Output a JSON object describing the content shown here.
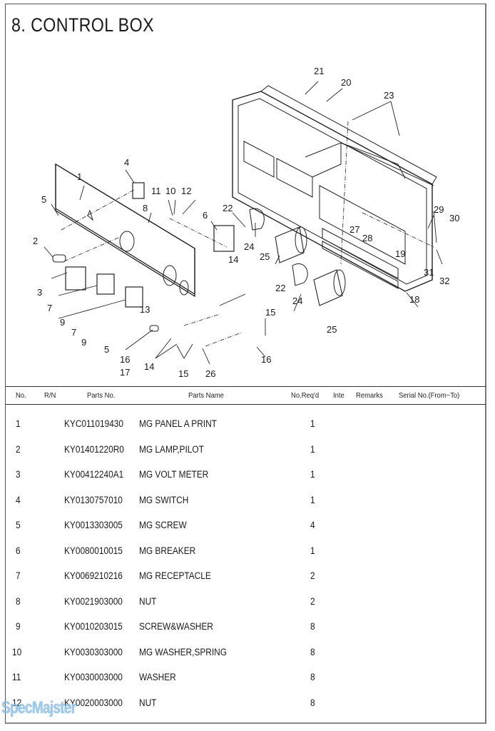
{
  "title": "8. CONTROL BOX",
  "diagram": {
    "callouts": [
      "1",
      "2",
      "3",
      "4",
      "5",
      "5",
      "6",
      "7",
      "7",
      "8",
      "9",
      "9",
      "10",
      "11",
      "12",
      "13",
      "14",
      "14",
      "15",
      "15",
      "16",
      "16",
      "17",
      "18",
      "19",
      "20",
      "21",
      "22",
      "22",
      "23",
      "24",
      "24",
      "25",
      "25",
      "26",
      "27",
      "28",
      "29",
      "30",
      "31",
      "32"
    ]
  },
  "table": {
    "headers": {
      "no": "No.",
      "rn": "R/N",
      "parts_no": "Parts No.",
      "parts_name": "Parts Name",
      "qty": "No.Req'd",
      "inte": "Inte",
      "remarks": "Remarks",
      "serial": "Serial No.(From~To)"
    },
    "rows": [
      {
        "no": "1",
        "parts_no": "KYC011019430",
        "name": "MG PANEL A PRINT",
        "qty": "1"
      },
      {
        "no": "2",
        "parts_no": "KY01401220R0",
        "name": "MG LAMP,PILOT",
        "qty": "1"
      },
      {
        "no": "3",
        "parts_no": "KY00412240A1",
        "name": "MG VOLT METER",
        "qty": "1"
      },
      {
        "no": "4",
        "parts_no": "KY0130757010",
        "name": "MG SWITCH",
        "qty": "1"
      },
      {
        "no": "5",
        "parts_no": "KY0013303005",
        "name": "MG SCREW",
        "qty": "4"
      },
      {
        "no": "6",
        "parts_no": "KY0080010015",
        "name": "MG BREAKER",
        "qty": "1"
      },
      {
        "no": "7",
        "parts_no": "KY0069210216",
        "name": "MG RECEPTACLE",
        "qty": "2"
      },
      {
        "no": "8",
        "parts_no": "KY0021903000",
        "name": "NUT",
        "qty": "2"
      },
      {
        "no": "9",
        "parts_no": "KY0010203015",
        "name": "SCREW&WASHER",
        "qty": "8"
      },
      {
        "no": "10",
        "parts_no": "KY0030303000",
        "name": "MG WASHER,SPRING",
        "qty": "8"
      },
      {
        "no": "11",
        "parts_no": "KY0030003000",
        "name": "WASHER",
        "qty": "8"
      },
      {
        "no": "12",
        "parts_no": "KY0020003000",
        "name": "NUT",
        "qty": "8"
      }
    ]
  },
  "watermark": "SpecMajster"
}
